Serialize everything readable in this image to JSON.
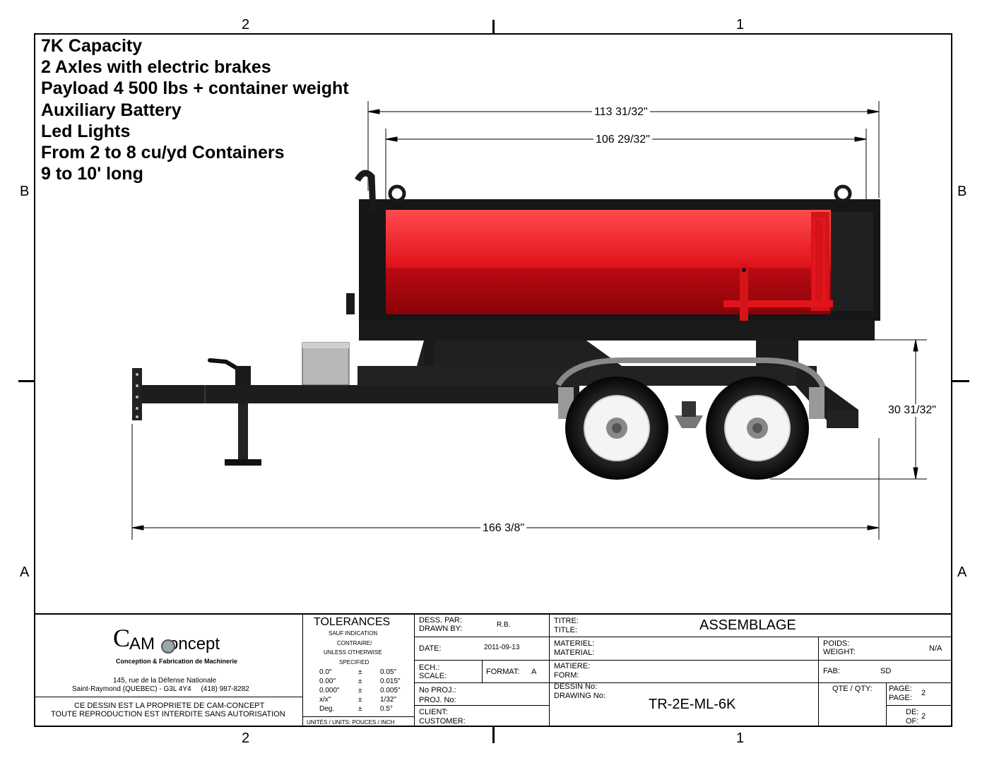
{
  "features": [
    "7K Capacity",
    "2 Axles with electric brakes",
    "Payload 4 500 lbs + container weight",
    "Auxiliary Battery",
    "Led Lights",
    "From 2 to 8 cu/yd Containers",
    "9 to 10' long"
  ],
  "zones": {
    "col_left": "2",
    "col_right": "1",
    "row_top": "B",
    "row_bottom": "A"
  },
  "dimensions": {
    "container_outer": "113 31/32\"",
    "container_inner": "106 29/32\"",
    "overall_length": "166 3/8\"",
    "deck_height": "30 31/32\""
  },
  "colors": {
    "container_red": "#e8141c",
    "frame_black": "#1a1a1a"
  },
  "title_block": {
    "logo_text": "AM   oncept",
    "logo_letter_c": "C",
    "logo_gear": "CAM",
    "company_tagline": "Conception & Fabrication de Machinerie",
    "address_line1": "145, rue de la Défense Nationale",
    "address_line2": "Saint-Raymond (QUEBEC) - G3L 4Y4     (418) 987-8282",
    "ownership_line1": "CE DESSIN EST LA PROPRIETE DE CAM-CONCEPT",
    "ownership_line2": "TOUTE REPRODUCTION EST INTERDITE SANS AUTORISATION",
    "tolerances_title": "TOLERANCES",
    "tolerances_sub": [
      "SAUF INDICATION",
      "CONTRAIRE/",
      "UNLESS OTHERWISE",
      "SPECIFIED"
    ],
    "tolerances_rows": [
      [
        "0.0\"",
        "±",
        "0.05\""
      ],
      [
        "0.00\"",
        "±",
        "0.015\""
      ],
      [
        "0.000\"",
        "±",
        "0.005\""
      ],
      [
        "x/x\"",
        "±",
        "1/32\""
      ],
      [
        "Deg.",
        "±",
        "0.5°"
      ]
    ],
    "units": "UNITÉS / UNITS: POUCES / INCH",
    "drawn_by_label1": "DESS. PAR:",
    "drawn_by_label2": "DRAWN BY:",
    "drawn_by": "R.B.",
    "date_label": "DATE:",
    "date": "2011-09-13",
    "scale_label1": "ECH.:",
    "scale_label2": "SCALE:",
    "format_label": "FORMAT:",
    "format": "A",
    "proj_label1": "No PROJ.:",
    "proj_label2": "PROJ. No:",
    "client_label1": "CLIENT:",
    "client_label2": "CUSTOMER:",
    "title_label1": "TITRE:",
    "title_label2": "TITLE:",
    "title": "ASSEMBLAGE",
    "material_label1": "MATERIEL:",
    "material_label2": "MATERIAL:",
    "matiere_label1": "MATIERE:",
    "matiere_label2": "FORM:",
    "drawing_label1": "DESSIN No:",
    "drawing_label2": "DRAWING No:",
    "drawing_no": "TR-2E-ML-6K",
    "weight_label1": "POIDS:",
    "weight_label2": "WEIGHT:",
    "weight": "N/A",
    "fab_label": "FAB:",
    "fab": "SD",
    "qty_label": "QTE / QTY:",
    "page_label1": "PAGE:",
    "page_label2": "PAGE:",
    "page": "2",
    "of_label1": "DE:",
    "of_label2": "OF:",
    "of": "2"
  }
}
